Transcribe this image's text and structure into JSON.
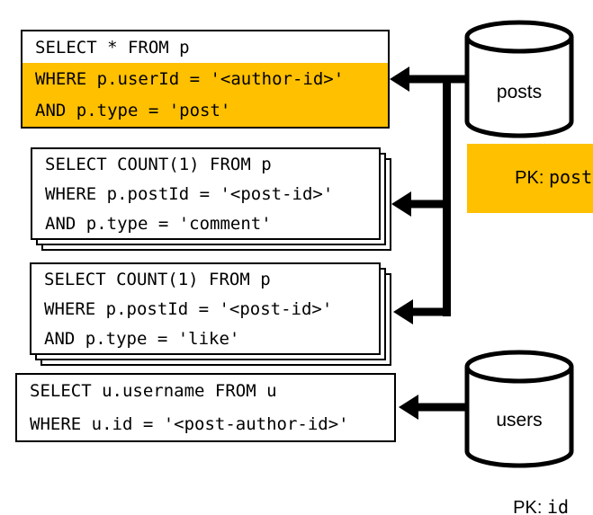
{
  "queries": [
    {
      "name": "select-post-query",
      "lines": [
        {
          "text": "SELECT * FROM p",
          "highlighted": false
        },
        {
          "text": "WHERE p.userId = '<author-id>'",
          "highlighted": true
        },
        {
          "text": "AND p.type = 'post'",
          "highlighted": true
        }
      ]
    },
    {
      "name": "count-comments-query",
      "lines": [
        {
          "text": "SELECT COUNT(1) FROM p",
          "highlighted": false
        },
        {
          "text": "WHERE p.postId = '<post-id>'",
          "highlighted": false
        },
        {
          "text": "AND p.type = 'comment'",
          "highlighted": false
        }
      ]
    },
    {
      "name": "count-likes-query",
      "lines": [
        {
          "text": "SELECT COUNT(1) FROM p",
          "highlighted": false
        },
        {
          "text": "WHERE p.postId = '<post-id>'",
          "highlighted": false
        },
        {
          "text": "AND p.type = 'like'",
          "highlighted": false
        }
      ]
    },
    {
      "name": "select-username-query",
      "lines": [
        {
          "text": "SELECT u.username FROM u",
          "highlighted": false
        },
        {
          "text": "WHERE u.id = '<post-author-id>'",
          "highlighted": false
        }
      ]
    }
  ],
  "databases": {
    "posts": {
      "name": "posts",
      "pk_label": "PK: ",
      "pk_value": "postId",
      "pk_highlighted": true
    },
    "users": {
      "name": "users",
      "pk_label": "PK: ",
      "pk_value": "id",
      "pk_highlighted": false
    }
  },
  "colors": {
    "highlight": "#FFC000",
    "stroke": "#000000",
    "background": "#FFFFFF"
  }
}
